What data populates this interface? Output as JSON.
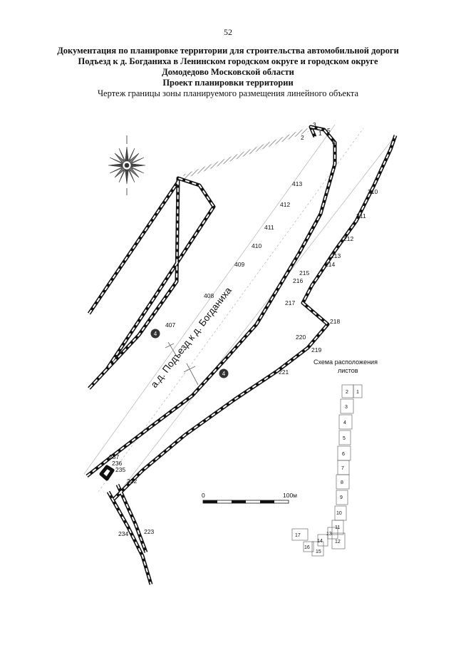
{
  "page": {
    "number": "52"
  },
  "header": {
    "line1": "Документация по планировке территории для строительства автомобильной дороги",
    "line2": "Подъезд к д. Богданиха в Ленинском городском округе и городском округе",
    "line3": "Домодедово Московской области",
    "line4": "Проект планировки территории",
    "line5": "Чертеж границы зоны планируемого размещения линейного объекта"
  },
  "map": {
    "road_label": "а.д. Подъезд к д. Богданиха",
    "marker_label": "4",
    "point_labels": {
      "p1": "1",
      "p2": "2",
      "p3": "3",
      "p4": "4",
      "p5": "5",
      "p407": "407",
      "p408": "408",
      "p409": "409",
      "p410": "410",
      "p411": "411",
      "p412": "412",
      "p413": "413",
      "p210": "210",
      "p211": "211",
      "p212": "212",
      "p213": "213",
      "p214": "214",
      "p215": "215",
      "p216": "216",
      "p217": "217",
      "p218": "218",
      "p219": "219",
      "p220": "220",
      "p221": "221",
      "p222": "222",
      "p223": "223",
      "p234": "234",
      "p235": "235",
      "p236": "236",
      "p237": "237"
    }
  },
  "scale_bar": {
    "start": "0",
    "end": "100м"
  },
  "sheet_scheme": {
    "title_line1": "Схема расположения",
    "title_line2": "листов",
    "sheets": [
      "1",
      "2",
      "3",
      "4",
      "5",
      "6",
      "7",
      "8",
      "9",
      "10",
      "11",
      "12",
      "13",
      "14",
      "15",
      "16",
      "17"
    ]
  },
  "colors": {
    "boundary": "#111111",
    "road_strip": "#999999",
    "road_edge": "#bbbbbb"
  },
  "icons": {
    "compass": "compass-rose-icon",
    "marker": "numbered-circle-marker-icon"
  }
}
